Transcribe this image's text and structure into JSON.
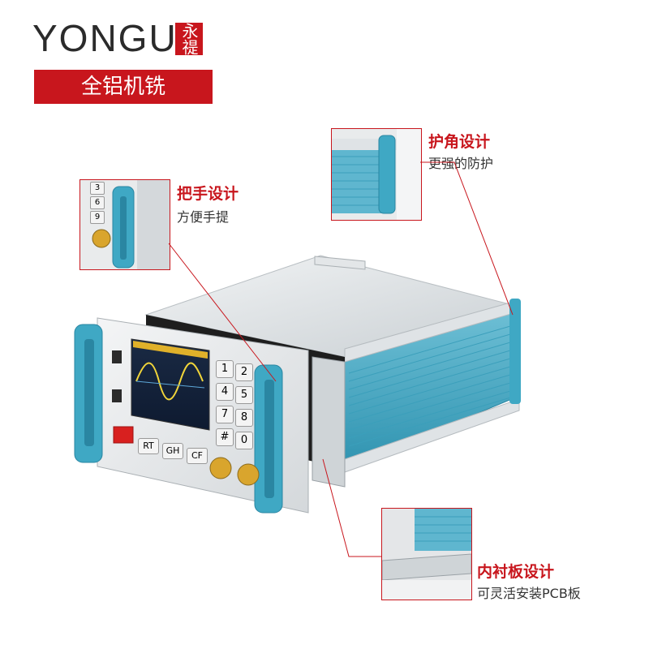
{
  "brand": {
    "name": "YONGU",
    "seal_text": "永禔"
  },
  "banner": {
    "label": "全铝机铣"
  },
  "callouts": {
    "corner": {
      "title": "护角设计",
      "subtitle": "更强的防护"
    },
    "handle": {
      "title": "把手设计",
      "subtitle": "方便手提"
    },
    "liner": {
      "title": "内衬板设计",
      "subtitle": "可灵活安装PCB板"
    }
  },
  "panel": {
    "keys": [
      "1",
      "2",
      "4",
      "5",
      "7",
      "8",
      "#",
      "0"
    ],
    "function_keys": [
      "RT",
      "GH",
      "CF"
    ],
    "inset_keys": [
      "3",
      "6",
      "9"
    ]
  },
  "colors": {
    "accent": "#c8161d",
    "handle": "#3fa8c4",
    "body": "#d9dde0"
  }
}
